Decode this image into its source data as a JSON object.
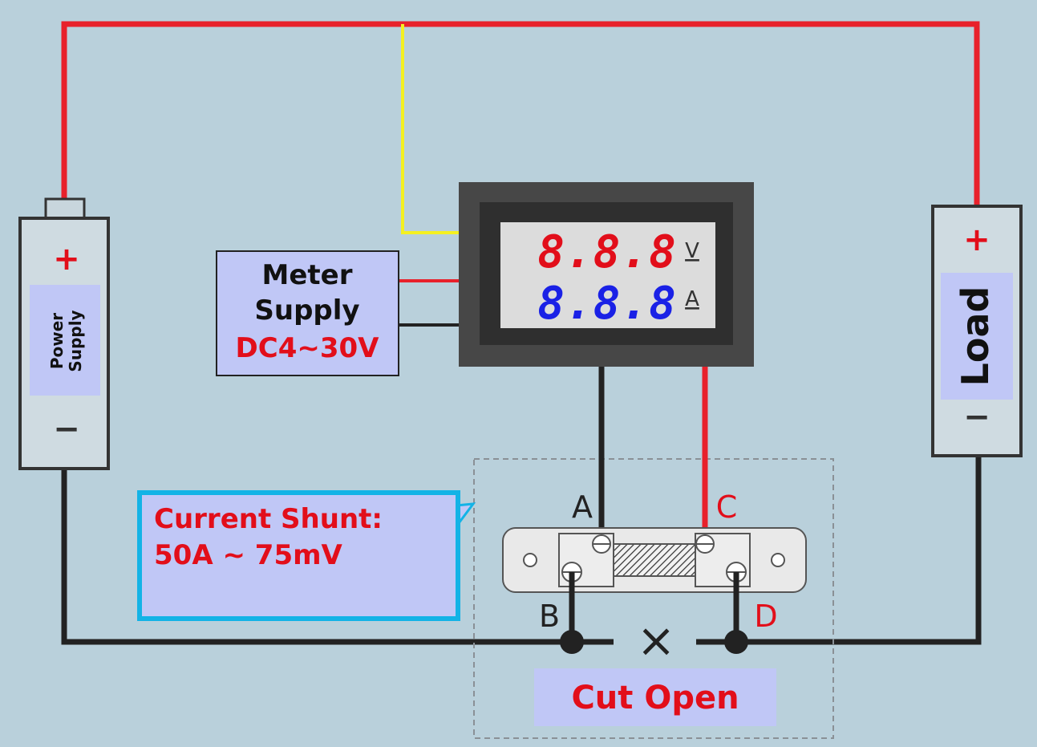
{
  "colors": {
    "background": "#b9d0db",
    "wire_red": "#e8212b",
    "wire_yellow": "#f4f021",
    "wire_black": "#222222",
    "label_box": "#c0c7f6",
    "callout_border": "#13b3e6",
    "red_text": "#e20e1a",
    "blue_digits": "#1a21e6",
    "meter_frame": "#474747",
    "meter_bezel": "#3a3a3a",
    "meter_screen": "#dcdcdc"
  },
  "power_supply": {
    "plus": "+",
    "minus": "−",
    "label_line1": "Power",
    "label_line2": "Supply"
  },
  "load": {
    "plus": "+",
    "minus": "−",
    "label": "Load"
  },
  "meter_supply": {
    "line1": "Meter",
    "line2": "Supply",
    "range": "DC4~30V"
  },
  "meter": {
    "voltage_digits": "8.8.8",
    "voltage_unit": "V",
    "current_digits": "8.8.8",
    "current_unit": "A"
  },
  "shunt": {
    "callout_line1": "Current Shunt:",
    "callout_line2": "50A ~ 75mV",
    "terminal_a": "A",
    "terminal_b": "B",
    "terminal_c": "C",
    "terminal_d": "D",
    "cut_mark": "×",
    "cut_label": "Cut Open"
  }
}
